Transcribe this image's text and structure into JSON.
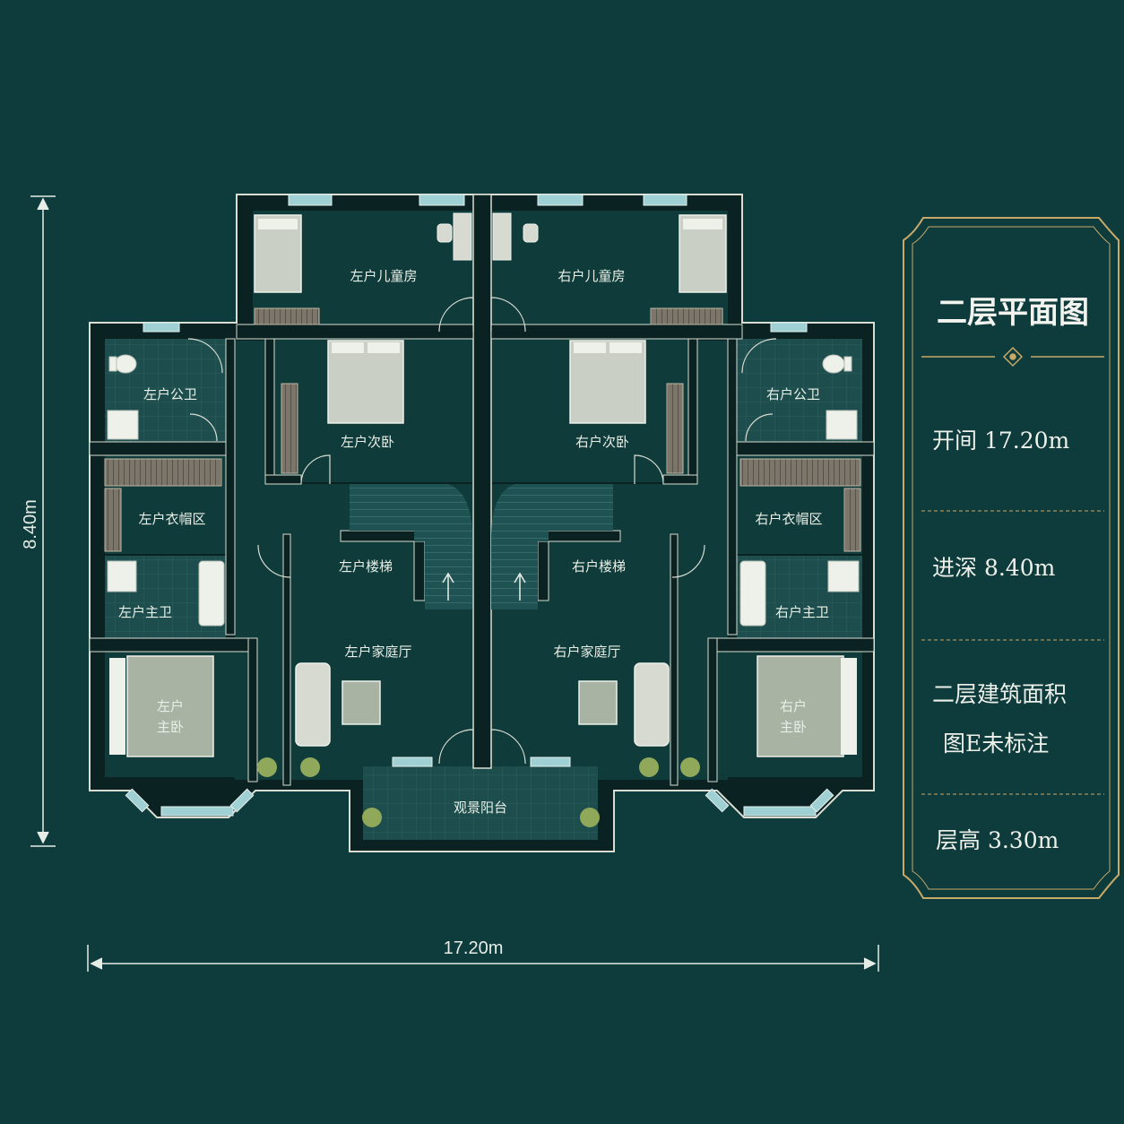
{
  "colors": {
    "background": "#0e3b3b",
    "wall": "#0a2222",
    "wall_outline": "#d9ddd2",
    "room_fill": "#0f3b3b",
    "tile_fill": "#1d4d4d",
    "bed_fill": "#c9cfc4",
    "gold": "#c9a968",
    "window": "#9fd0d4"
  },
  "title": "二层平面图",
  "specs": {
    "width_label": "开间 17.20m",
    "depth_label": "进深 8.40m",
    "area_line1": "二层建筑面积",
    "area_line2": "图E未标注",
    "height_label": "层高 3.30m"
  },
  "dimensions": {
    "horizontal": "17.20m",
    "vertical": "8.40m"
  },
  "rooms": {
    "left_kids": "左户儿童房",
    "right_kids": "右户儿童房",
    "left_public_bath": "左户公卫",
    "right_public_bath": "右户公卫",
    "left_second_bed": "左户次卧",
    "right_second_bed": "右户次卧",
    "left_cloak": "左户衣帽区",
    "right_cloak": "右户衣帽区",
    "left_stairs": "左户楼梯",
    "right_stairs": "右户楼梯",
    "left_master_bath": "左户主卫",
    "right_master_bath": "右户主卫",
    "left_family": "左户家庭厅",
    "right_family": "右户家庭厅",
    "left_master_1": "左户",
    "left_master_2": "主卧",
    "right_master_1": "右户",
    "right_master_2": "主卧",
    "balcony": "观景阳台"
  }
}
